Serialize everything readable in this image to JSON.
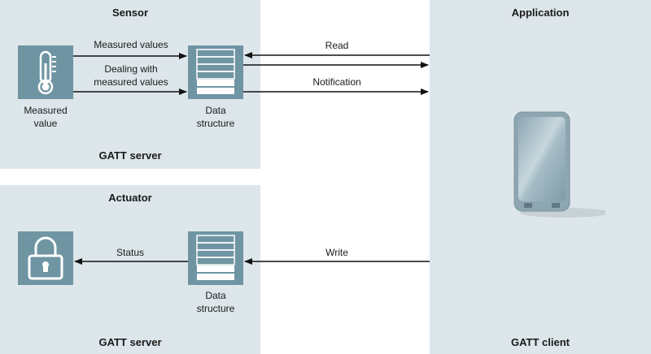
{
  "sensor": {
    "title": "Sensor",
    "footer": "GATT server",
    "measured_value_label": "Measured\nvalue",
    "data_structure_label": "Data\nstructure",
    "arrow_measured_values": "Measured values",
    "arrow_dealing": "Dealing with\nmeasured values"
  },
  "actuator": {
    "title": "Actuator",
    "footer": "GATT server",
    "data_structure_label": "Data\nstructure",
    "arrow_status": "Status"
  },
  "application": {
    "title": "Application",
    "footer": "GATT client"
  },
  "links": {
    "read": "Read",
    "notification": "Notification",
    "write": "Write"
  },
  "icons": {
    "thermometer": "thermometer-icon",
    "data_structure": "data-structure-icon",
    "lock": "lock-icon",
    "phone": "smartphone-icon"
  },
  "colors": {
    "panel": "#dde6ea",
    "tile": "#6f95a3"
  }
}
